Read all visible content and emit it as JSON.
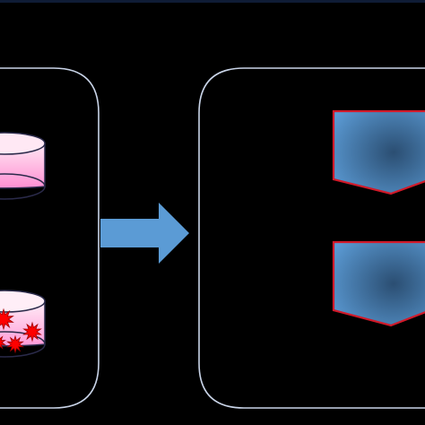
{
  "colors": {
    "background": "#000000",
    "panel_border": "#c9d4e8",
    "top_strip": "#0f1c36",
    "arrow_fill": "#5b9bd5",
    "dish_healthy_light": "#ffe8f4",
    "dish_healthy_dark": "#ff8fd2",
    "dish_diseased_light": "#ffeef7",
    "dish_diseased_dark": "#ff9ad8",
    "dish_outline": "#2a2a4a",
    "cell_marker": "#ff0000",
    "cell_marker_edge": "#a00000",
    "pentagon_center": "#2b4e72",
    "pentagon_edge": "#5b9bd5",
    "pentagon_outline": "#d11a2a"
  },
  "icons": {
    "healthy_dish": "petri-dish-icon",
    "diseased_dish": "petri-dish-with-cells-icon",
    "flow_arrow": "right-arrow-icon",
    "output_shape": "pentagon-icon"
  },
  "left_panel": {
    "dishes": [
      {
        "name": "healthy-dish",
        "has_cells": false
      },
      {
        "name": "diseased-dish",
        "has_cells": true
      }
    ]
  },
  "right_panel": {
    "pentagons": [
      {
        "name": "upper-pentagon"
      },
      {
        "name": "lower-pentagon"
      }
    ]
  }
}
